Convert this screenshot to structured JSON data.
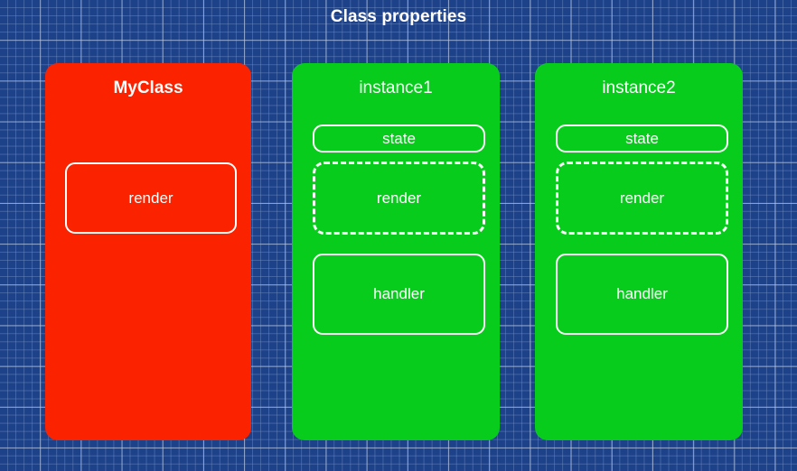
{
  "title": "Class properties",
  "colors": {
    "background_blue": "#1e4289",
    "grid_line_major": "#becde6",
    "grid_line_minor": "#7896c8",
    "class_red": "#fb2200",
    "instance_green": "#07cc1c",
    "border_white": "#ffffff",
    "text_white": "#ffffff"
  },
  "cards": [
    {
      "id": "myclass",
      "title": "MyClass",
      "kind": "class",
      "members": [
        {
          "label": "render",
          "style": "solid"
        }
      ]
    },
    {
      "id": "instance1",
      "title": "instance1",
      "kind": "instance",
      "members": [
        {
          "label": "state",
          "style": "solid"
        },
        {
          "label": "render",
          "style": "dashed"
        },
        {
          "label": "handler",
          "style": "solid"
        }
      ]
    },
    {
      "id": "instance2",
      "title": "instance2",
      "kind": "instance",
      "members": [
        {
          "label": "state",
          "style": "solid"
        },
        {
          "label": "render",
          "style": "dashed"
        },
        {
          "label": "handler",
          "style": "solid"
        }
      ]
    }
  ]
}
